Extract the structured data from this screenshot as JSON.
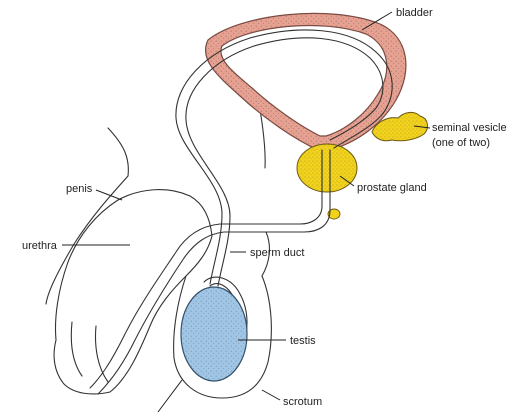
{
  "labels": {
    "bladder": "bladder",
    "seminal_vesicle_line1": "seminal vesicle",
    "seminal_vesicle_line2": "(one of two)",
    "prostate_gland": "prostate gland",
    "penis": "penis",
    "urethra": "urethra",
    "sperm_duct": "sperm duct",
    "testis": "testis",
    "scrotum": "scrotum"
  },
  "colors": {
    "bladder_wall": "#e8a090",
    "gland_yellow": "#f2d21b",
    "testis_blue": "#9fc6e6",
    "outline": "#333333"
  }
}
